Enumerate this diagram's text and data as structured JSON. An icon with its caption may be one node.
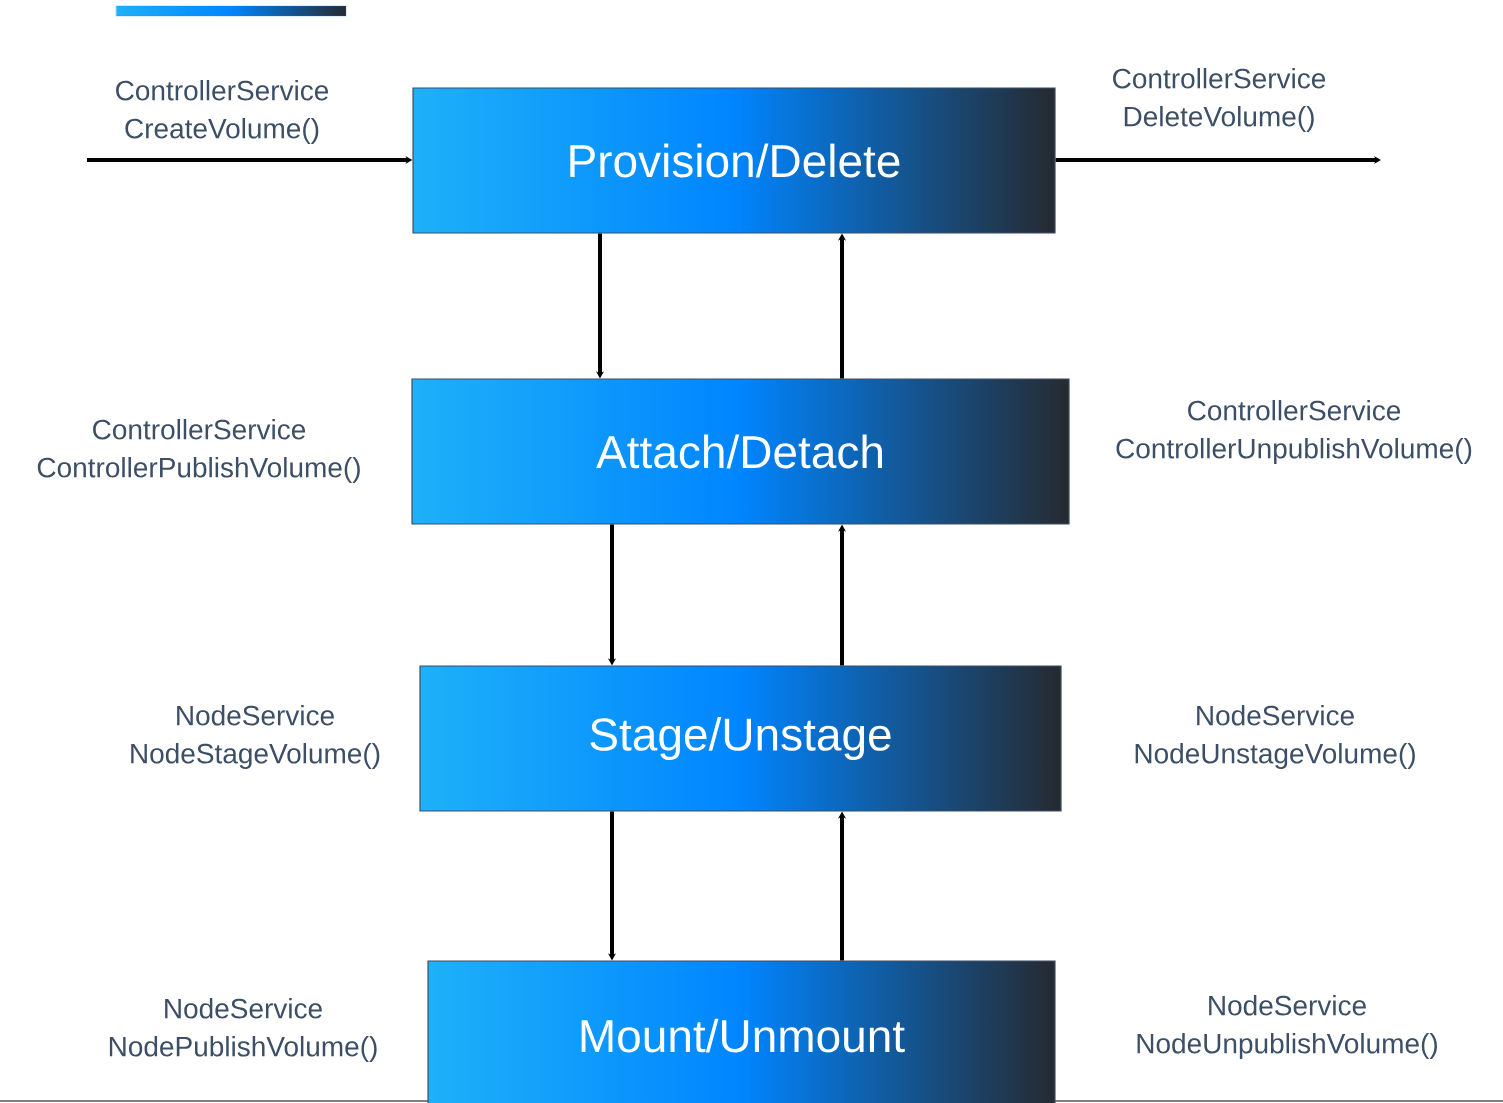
{
  "diagram": {
    "nodes": [
      {
        "text": [
          "Provision/Delete"
        ]
      },
      {
        "text": [
          "Attach/Detach"
        ]
      },
      {
        "text": [
          "Stage/Unstage"
        ]
      },
      {
        "text": [
          "Mount/Unmount"
        ]
      }
    ],
    "edges": [
      {
        "from": null,
        "to": 0,
        "arrow": "to",
        "label": "ControllerService CreateVolume()"
      },
      {
        "from": 0,
        "to": null,
        "arrow": "to",
        "label": "ControllerService DeleteVolume()"
      },
      {
        "from": 0,
        "to": 1,
        "arrow": "to"
      },
      {
        "from": 1,
        "to": 0,
        "arrow": "to"
      },
      {
        "from": 1,
        "to": 2,
        "arrow": "to"
      },
      {
        "from": 2,
        "to": 1,
        "arrow": "to"
      },
      {
        "from": 2,
        "to": 3,
        "arrow": "to"
      },
      {
        "from": 3,
        "to": 2,
        "arrow": "to"
      }
    ],
    "labels": [
      "ControllerService ControllerPublishVolume()",
      "ControllerService ControllerUnpublishVolume()",
      "NodeService NodeStageVolume()",
      "NodeService NodeUnstageVolume()",
      "NodeService NodePublishVolume()",
      "NodeService NodeUnpublishVolume()"
    ]
  }
}
